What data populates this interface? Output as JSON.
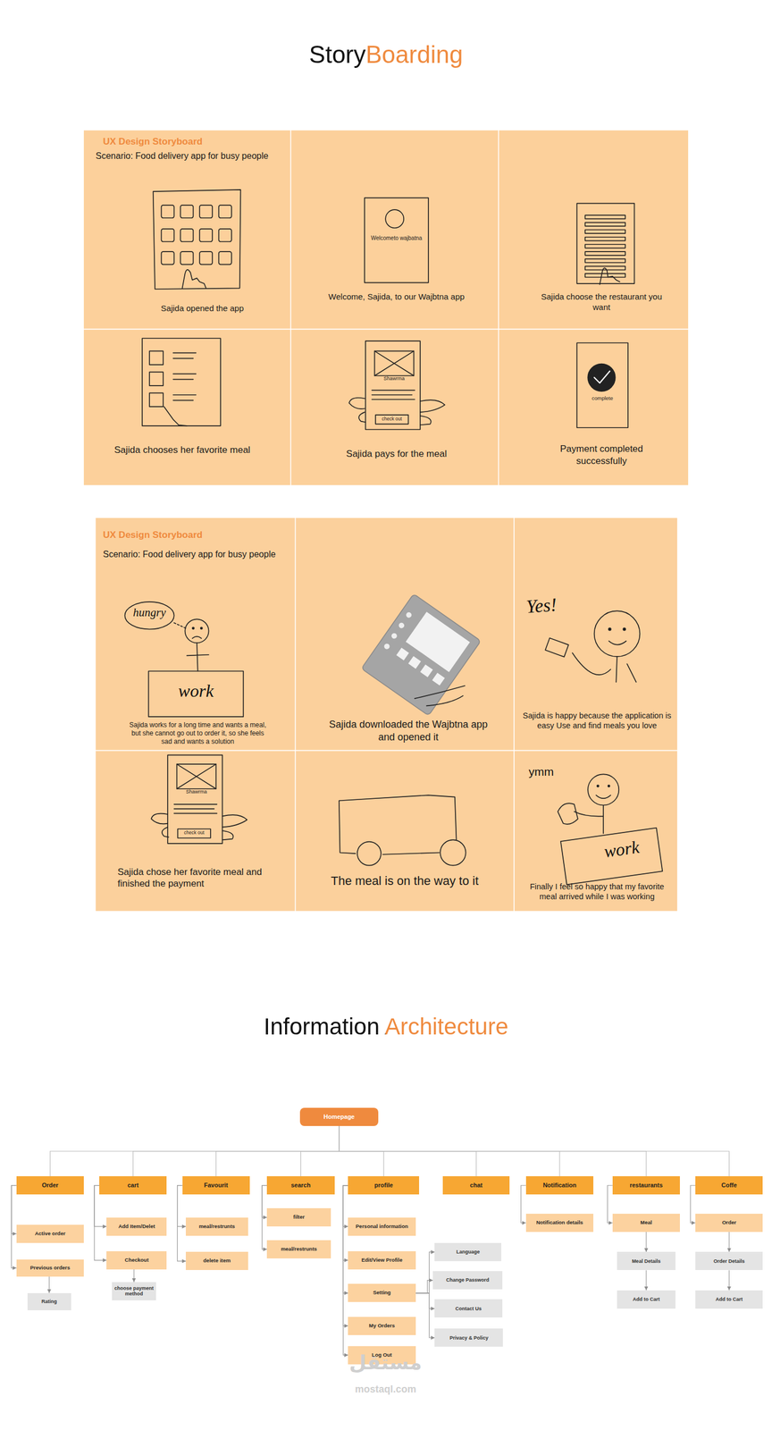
{
  "diagram": {
    "title": "StoryBoarding",
    "nodes": [
      {
        "text": [
          "UX Design Storyboard",
          "Scenario: Food delivery app for busy people",
          "Sajida opened the app"
        ]
      },
      {
        "text": [
          "Welcome, Sajida, to our Wajbtna app"
        ]
      },
      {
        "text": [
          "Sajida choose the restaurant you want"
        ]
      },
      {
        "text": [
          "Sajida chooses her favorite meal"
        ]
      },
      {
        "text": [
          "Sajida pays for the meal"
        ]
      },
      {
        "text": [
          "Payment completed successfully"
        ]
      },
      {
        "text": [
          "UX Design Storyboard",
          "Scenario: Food delivery app for busy people",
          "Sajida works for a long time and wants a meal, but she cannot go out to order it, so she feels sad and wants a solution"
        ]
      },
      {
        "text": [
          "Sajida downloaded the Wajbtna app and opened it"
        ]
      },
      {
        "text": [
          "Sajida is happy because the application is easy Use and find meals you love"
        ]
      },
      {
        "text": [
          "Sajida chose her favorite meal and finished the payment"
        ]
      },
      {
        "text": [
          "The meal is on the way to it"
        ]
      },
      {
        "text": [
          "Finally I feel so happy that my favorite meal arrived while I was working"
        ]
      },
      {
        "text": [
          "Homepage"
        ]
      },
      {
        "text": [
          "Order"
        ]
      },
      {
        "text": [
          "cart"
        ]
      },
      {
        "text": [
          "Favourit"
        ]
      },
      {
        "text": [
          "search"
        ]
      },
      {
        "text": [
          "profile"
        ]
      },
      {
        "text": [
          "chat"
        ]
      },
      {
        "text": [
          "Notification"
        ]
      },
      {
        "text": [
          "restaurants"
        ]
      },
      {
        "text": [
          "Coffe"
        ]
      },
      {
        "text": [
          "Active order"
        ]
      },
      {
        "text": [
          "Previous orders"
        ]
      },
      {
        "text": [
          "Rating"
        ]
      },
      {
        "text": [
          "Add Item/Delet"
        ]
      },
      {
        "text": [
          "Checkout"
        ]
      },
      {
        "text": [
          "choose payment method"
        ]
      },
      {
        "text": [
          "meal/restrunts"
        ]
      },
      {
        "text": [
          "delete item"
        ]
      },
      {
        "text": [
          "filter"
        ]
      },
      {
        "text": [
          "meal/restrunts"
        ]
      },
      {
        "text": [
          "Personal information"
        ]
      },
      {
        "text": [
          "Edit/View Profile"
        ]
      },
      {
        "text": [
          "Setting"
        ]
      },
      {
        "text": [
          "My Orders"
        ]
      },
      {
        "text": [
          "Log Out"
        ]
      },
      {
        "text": [
          "Language"
        ]
      },
      {
        "text": [
          "Change Password"
        ]
      },
      {
        "text": [
          "Contact Us"
        ]
      },
      {
        "text": [
          "Privacy & Policy"
        ]
      },
      {
        "text": [
          "Notification details"
        ]
      },
      {
        "text": [
          "Meal"
        ]
      },
      {
        "text": [
          "Meal Details"
        ]
      },
      {
        "text": [
          "Add to Cart"
        ]
      },
      {
        "text": [
          "Order"
        ]
      },
      {
        "text": [
          "Order Details"
        ]
      },
      {
        "text": [
          "Add to Cart"
        ]
      }
    ],
    "edges": [
      {
        "from": 12,
        "to": 13,
        "arrow": "none"
      },
      {
        "from": 12,
        "to": 14,
        "arrow": "none"
      },
      {
        "from": 12,
        "to": 15,
        "arrow": "none"
      },
      {
        "from": 12,
        "to": 16,
        "arrow": "none"
      },
      {
        "from": 12,
        "to": 17,
        "arrow": "none"
      },
      {
        "from": 12,
        "to": 18,
        "arrow": "none"
      },
      {
        "from": 12,
        "to": 19,
        "arrow": "none"
      },
      {
        "from": 12,
        "to": 20,
        "arrow": "none"
      },
      {
        "from": 12,
        "to": 21,
        "arrow": "none"
      },
      {
        "from": 13,
        "to": 22,
        "arrow": "to"
      },
      {
        "from": 13,
        "to": 23,
        "arrow": "to"
      },
      {
        "from": 23,
        "to": 24,
        "arrow": "to"
      },
      {
        "from": 14,
        "to": 25,
        "arrow": "to"
      },
      {
        "from": 14,
        "to": 26,
        "arrow": "to"
      },
      {
        "from": 26,
        "to": 27,
        "arrow": "to"
      },
      {
        "from": 15,
        "to": 28,
        "arrow": "to"
      },
      {
        "from": 15,
        "to": 29,
        "arrow": "to"
      },
      {
        "from": 16,
        "to": 30,
        "arrow": "to"
      },
      {
        "from": 16,
        "to": 31,
        "arrow": "to"
      },
      {
        "from": 17,
        "to": 32,
        "arrow": "to"
      },
      {
        "from": 17,
        "to": 33,
        "arrow": "to"
      },
      {
        "from": 17,
        "to": 34,
        "arrow": "to"
      },
      {
        "from": 17,
        "to": 35,
        "arrow": "to"
      },
      {
        "from": 17,
        "to": 36,
        "arrow": "to"
      },
      {
        "from": 34,
        "to": 37,
        "arrow": "to"
      },
      {
        "from": 34,
        "to": 38,
        "arrow": "to"
      },
      {
        "from": 34,
        "to": 39,
        "arrow": "to"
      },
      {
        "from": 34,
        "to": 40,
        "arrow": "to"
      },
      {
        "from": 19,
        "to": 41,
        "arrow": "to"
      },
      {
        "from": 20,
        "to": 42,
        "arrow": "to"
      },
      {
        "from": 42,
        "to": 43,
        "arrow": "to"
      },
      {
        "from": 43,
        "to": 44,
        "arrow": "to"
      },
      {
        "from": 21,
        "to": 45,
        "arrow": "to"
      },
      {
        "from": 45,
        "to": 46,
        "arrow": "to"
      },
      {
        "from": 46,
        "to": 47,
        "arrow": "to"
      }
    ],
    "labels": [
      "Welcometo wajbatna",
      "Shawrma",
      "check out",
      "complete",
      "hungry",
      "work",
      "Yes!",
      "Shawrma",
      "check out",
      "ymm",
      "work",
      "Information Architecture",
      "مستقل",
      "mostaql.com"
    ]
  }
}
